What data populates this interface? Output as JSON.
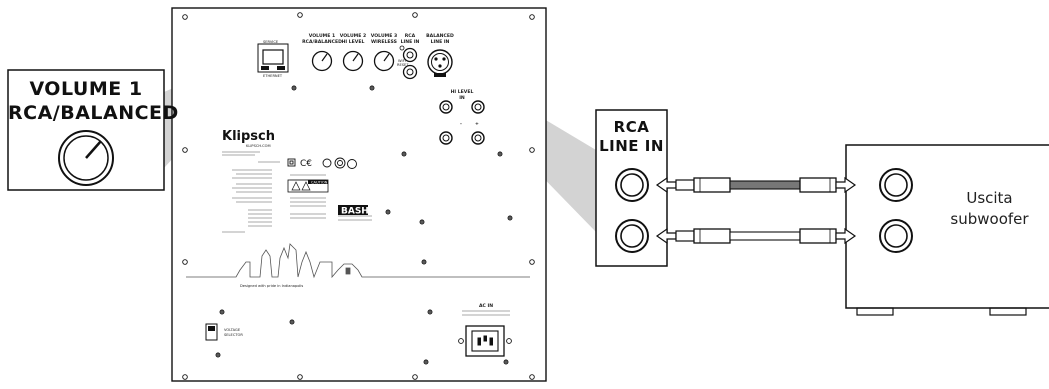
{
  "callout_volume": {
    "line1": "VOLUME 1",
    "line2": "RCA/BALANCED"
  },
  "panel": {
    "control_labels": {
      "service": "SERVICE",
      "ethernet": "ETHERNET",
      "volume1_a": "VOLUME 1",
      "volume1_b": "RCA/BALANCED",
      "volume2_a": "VOLUME 2",
      "volume2_b": "HI LEVEL",
      "volume3_a": "VOLUME 3",
      "volume3_b": "WIRELESS",
      "rca_a": "RCA",
      "rca_b": "LINE IN",
      "balanced_a": "BALANCED",
      "balanced_b": "LINE IN",
      "wifi_reset_a": "WIFI",
      "wifi_reset_b": "RESET",
      "hilevel_a": "HI LEVEL",
      "hilevel_b": "IN"
    },
    "brand": "Klipsch",
    "brand_url": "KLIPSCH.COM",
    "caution": "CAUTION",
    "bash": "BASH",
    "designed": "Designed with pride in Indianapolis",
    "ac_in": "AC IN",
    "voltage_a": "VOLTAGE",
    "voltage_b": "SELECTOR"
  },
  "rca_box": {
    "line1": "RCA",
    "line2": "LINE IN"
  },
  "receiver": {
    "line1": "Uscita",
    "line2": "subwoofer"
  },
  "colors": {
    "line": "#111111",
    "callout_fill": "#d3d3d3",
    "panel_bg": "#ffffff"
  }
}
